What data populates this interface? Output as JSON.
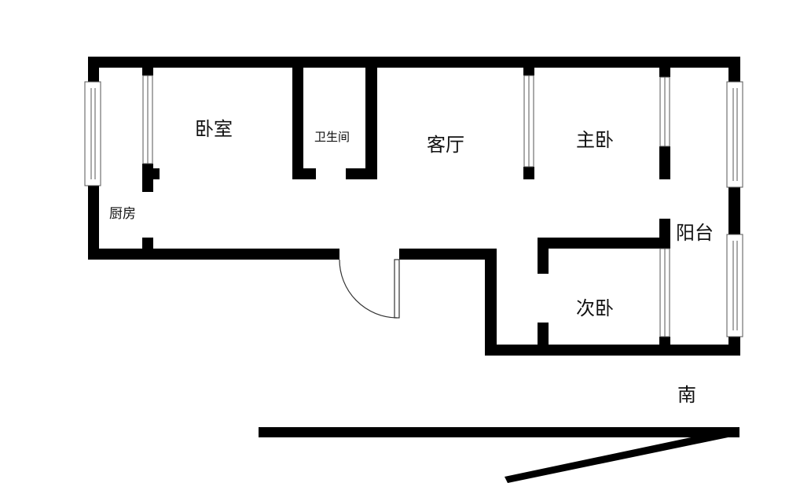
{
  "rooms": {
    "bedroom": "卧室",
    "bathroom": "卫生间",
    "living_room": "客厅",
    "master_bedroom": "主卧",
    "kitchen": "厨房",
    "balcony": "阳台",
    "second_bedroom": "次卧"
  },
  "compass": {
    "south": "南"
  },
  "colors": {
    "wall": "#000000",
    "background": "#ffffff",
    "window_line": "#666666"
  }
}
